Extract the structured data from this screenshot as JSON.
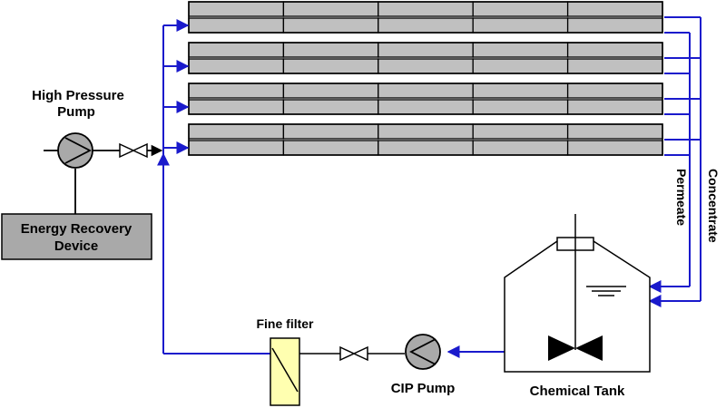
{
  "labels": {
    "high_pressure_pump_line1": "High Pressure",
    "high_pressure_pump_line2": "Pump",
    "energy_recovery_line1": "Energy Recovery",
    "energy_recovery_line2": "Device",
    "fine_filter": "Fine filter",
    "cip_pump": "CIP Pump",
    "chemical_tank": "Chemical Tank",
    "permeate": "Permeate",
    "concentrate": "Concentrate"
  },
  "membrane_trains": {
    "count": 4,
    "elements_per_train": 5
  },
  "colors": {
    "flow_line": "#1a1acc",
    "membrane_fill": "#c0c0c0",
    "device_fill": "#a9a9a9",
    "pump_fill": "#a9a9a9",
    "filter_fill": "#ffffb0",
    "outline": "#000000"
  },
  "icons": {
    "pump": "centrifugal-pump-icon",
    "valve": "gate-valve-icon",
    "filter": "cartridge-filter-icon",
    "agitator": "agitator-impeller-icon"
  }
}
